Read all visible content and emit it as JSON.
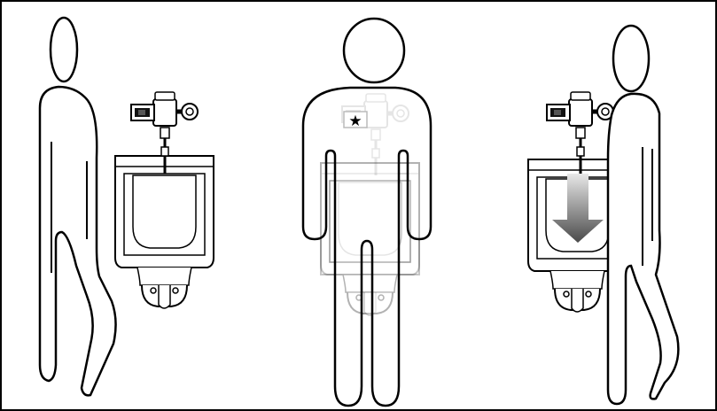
{
  "diagram": {
    "panels": [
      {
        "id": "approach",
        "state": "person-approaching-urinal"
      },
      {
        "id": "in-use",
        "state": "person-standing-at-urinal",
        "marker": "★"
      },
      {
        "id": "flush",
        "state": "person-leaving-urinal-flushes",
        "arrow": "down"
      }
    ],
    "colors": {
      "stroke": "#000000",
      "fill": "#ffffff",
      "ghost_stroke": "#c8c8c8",
      "ghost_fill": "#f1f1f1",
      "arrow_top": "#e8e8e8",
      "arrow_bottom": "#4a4a4a"
    }
  }
}
